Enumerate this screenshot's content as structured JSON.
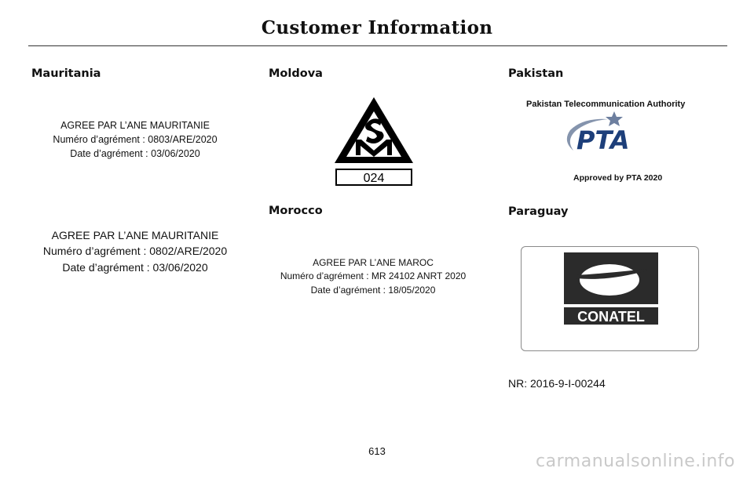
{
  "header": {
    "title": "Customer Information"
  },
  "sections": {
    "mauritania": {
      "heading": "Mauritania",
      "cert1": {
        "line1": "AGREE PAR L’ANE MAURITANIE",
        "line2": "Numéro d’agrément : 0803/ARE/2020",
        "line3": "Date d’agrément : 03/06/2020"
      },
      "cert2": {
        "line1": "AGREE PAR L’ANE MAURITANIE",
        "line2": "Numéro d’agrément : 0802/ARE/2020",
        "line3": "Date d’agrément : 03/06/2020"
      }
    },
    "moldova": {
      "heading": "Moldova",
      "logo_number": "024",
      "logo_icon": "sm-conformity-mark-icon"
    },
    "morocco": {
      "heading": "Morocco",
      "cert": {
        "line1": "AGREE PAR L’ANE MAROC",
        "line2": "Numéro d’agrément : MR 24102 ANRT 2020",
        "line3": "Date d’agrément : 18/05/2020"
      }
    },
    "pakistan": {
      "heading": "Pakistan",
      "authority": "Pakistan Telecommunication Authority",
      "logo_text": "PTA",
      "approval": "Approved by PTA 2020"
    },
    "paraguay": {
      "heading": "Paraguay",
      "logo_text": "CONATEL",
      "nr": "NR: 2016-9-I-00244"
    }
  },
  "footer": {
    "page_number": "613",
    "watermark": "carmanualsonline.info"
  },
  "colors": {
    "text": "#111111",
    "pta_blue": "#1d3f7a",
    "conatel_dark": "#2b2b2b",
    "watermark": "#c9c9c9"
  }
}
